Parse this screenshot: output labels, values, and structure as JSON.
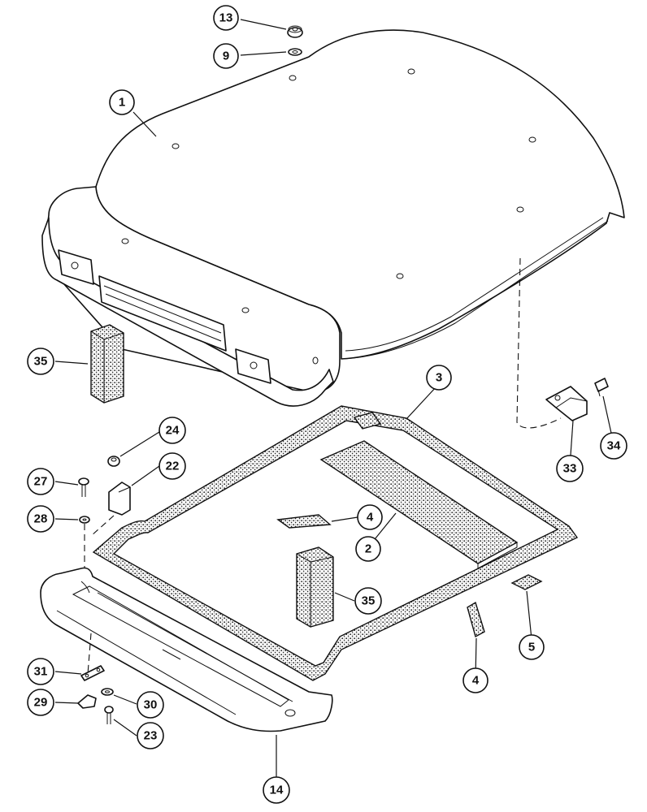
{
  "callouts": [
    {
      "id": "c13",
      "label": "13"
    },
    {
      "id": "c9",
      "label": "9"
    },
    {
      "id": "c1",
      "label": "1"
    },
    {
      "id": "c35a",
      "label": "35"
    },
    {
      "id": "c3",
      "label": "3"
    },
    {
      "id": "c24",
      "label": "24"
    },
    {
      "id": "c22",
      "label": "22"
    },
    {
      "id": "c27",
      "label": "27"
    },
    {
      "id": "c28",
      "label": "28"
    },
    {
      "id": "c4a",
      "label": "4"
    },
    {
      "id": "c2",
      "label": "2"
    },
    {
      "id": "c35b",
      "label": "35"
    },
    {
      "id": "c5",
      "label": "5"
    },
    {
      "id": "c4b",
      "label": "4"
    },
    {
      "id": "c33",
      "label": "33"
    },
    {
      "id": "c34",
      "label": "34"
    },
    {
      "id": "c31",
      "label": "31"
    },
    {
      "id": "c29",
      "label": "29"
    },
    {
      "id": "c30",
      "label": "30"
    },
    {
      "id": "c23",
      "label": "23"
    },
    {
      "id": "c14",
      "label": "14"
    }
  ]
}
